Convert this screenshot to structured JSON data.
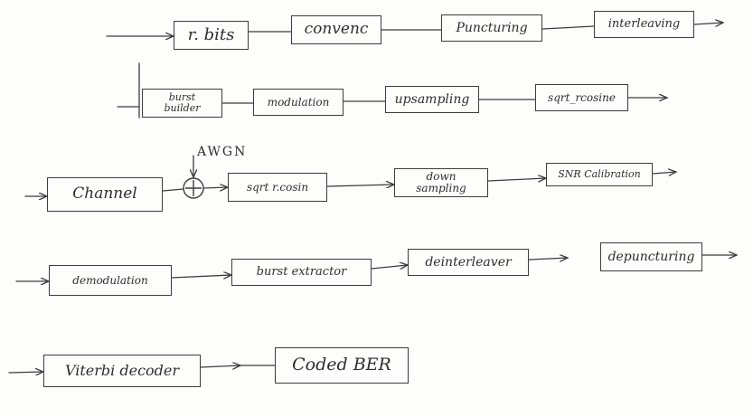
{
  "diagram": {
    "rows": [
      {
        "blocks": [
          {
            "label": "r. bits"
          },
          {
            "label": "convenc"
          },
          {
            "label": "Puncturing"
          },
          {
            "label": "interleaving"
          }
        ]
      },
      {
        "blocks": [
          {
            "label": "burst\nbuilder"
          },
          {
            "label": "modulation"
          },
          {
            "label": "upsampling"
          },
          {
            "label": "sqrt_rcosine"
          }
        ]
      },
      {
        "blocks": [
          {
            "label": "Channel"
          },
          {
            "label": "sqrt r.cosin"
          },
          {
            "label": "down\nsampling"
          },
          {
            "label": "SNR Calibration"
          }
        ]
      },
      {
        "blocks": [
          {
            "label": "demodulation"
          },
          {
            "label": "burst extractor"
          },
          {
            "label": "deinterleaver"
          },
          {
            "label": "depuncturing"
          }
        ]
      },
      {
        "blocks": [
          {
            "label": "Viterbi decoder"
          },
          {
            "label": "Coded BER"
          }
        ]
      }
    ],
    "adder": {
      "label": "AWGN",
      "symbol": "+"
    }
  },
  "colors": {
    "ink": "#3d3d3d",
    "paper": "#fdfdfc"
  }
}
